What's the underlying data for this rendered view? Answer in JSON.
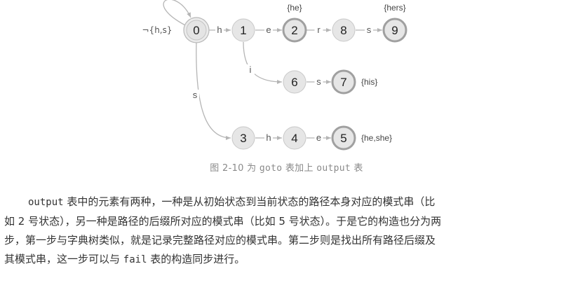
{
  "figure": {
    "states": [
      {
        "id": "0",
        "label": "0"
      },
      {
        "id": "1",
        "label": "1"
      },
      {
        "id": "2",
        "label": "2"
      },
      {
        "id": "8",
        "label": "8"
      },
      {
        "id": "9",
        "label": "9"
      },
      {
        "id": "6",
        "label": "6"
      },
      {
        "id": "7",
        "label": "7"
      },
      {
        "id": "3",
        "label": "3"
      },
      {
        "id": "4",
        "label": "4"
      },
      {
        "id": "5",
        "label": "5"
      }
    ],
    "transitions": [
      {
        "from": "0",
        "to": "1",
        "label": "h"
      },
      {
        "from": "1",
        "to": "2",
        "label": "e"
      },
      {
        "from": "2",
        "to": "8",
        "label": "r"
      },
      {
        "from": "8",
        "to": "9",
        "label": "s"
      },
      {
        "from": "1",
        "to": "6",
        "label": "i"
      },
      {
        "from": "6",
        "to": "7",
        "label": "s"
      },
      {
        "from": "0",
        "to": "3",
        "label": "s"
      },
      {
        "from": "3",
        "to": "4",
        "label": "h"
      },
      {
        "from": "4",
        "to": "5",
        "label": "e"
      }
    ],
    "self_loop_label": "¬{h,s}",
    "outputs": {
      "2": "{he}",
      "9": "{hers}",
      "7": "{his}",
      "5": "{he,she}"
    }
  },
  "caption": {
    "prefix": "图 2-10  为 ",
    "goto": "goto",
    "middle": " 表加上 ",
    "output": "output",
    "suffix": " 表"
  },
  "paragraph": {
    "l1_code": "output",
    "l1_text": " 表中的元素有两种，一种是从初始状态到当前状态的路径本身对应的模式串（比",
    "l2": "如 2 号状态），另一种是路径的后缀所对应的模式串（比如 5 号状态）。于是它的构造也分为两",
    "l3": "步，第一步与字典树类似，就是记录完整路径对应的模式串。第二步则是找出所有路径后缀及",
    "l4_text": "其模式串，这一步可以与 ",
    "l4_code": "fail",
    "l4_end": " 表的构造同步进行。"
  }
}
